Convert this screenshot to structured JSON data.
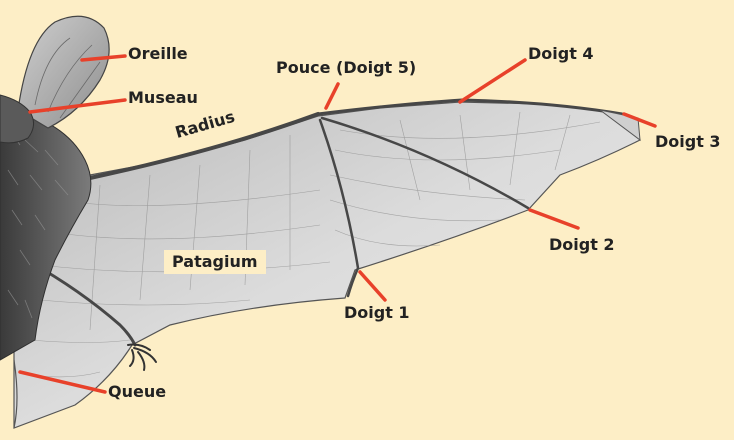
{
  "labels": {
    "oreille": "Oreille",
    "museau": "Museau",
    "pouce": "Pouce (Doigt 5)",
    "doigt4": "Doigt 4",
    "radius": "Radius",
    "doigt3": "Doigt 3",
    "patagium": "Patagium",
    "doigt2": "Doigt 2",
    "doigt1": "Doigt 1",
    "queue": "Queue"
  },
  "colors": {
    "background": "#fdeec6",
    "leader": "#e8412a",
    "membrane": "#d2d2d2",
    "bone": "#4a4a4a",
    "fur": "#5e5e5e"
  }
}
